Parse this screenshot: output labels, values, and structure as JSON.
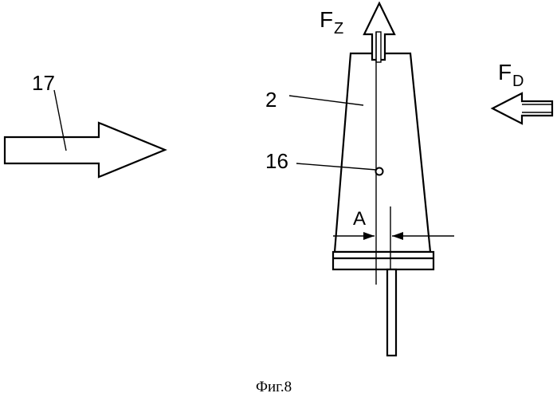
{
  "labels": {
    "flow_arrow": "17",
    "body": "2",
    "point": "16",
    "offset": "A",
    "force_z_main": "F",
    "force_z_sub": "Z",
    "force_d_main": "F",
    "force_d_sub": "D"
  },
  "caption": "Фиг.8"
}
